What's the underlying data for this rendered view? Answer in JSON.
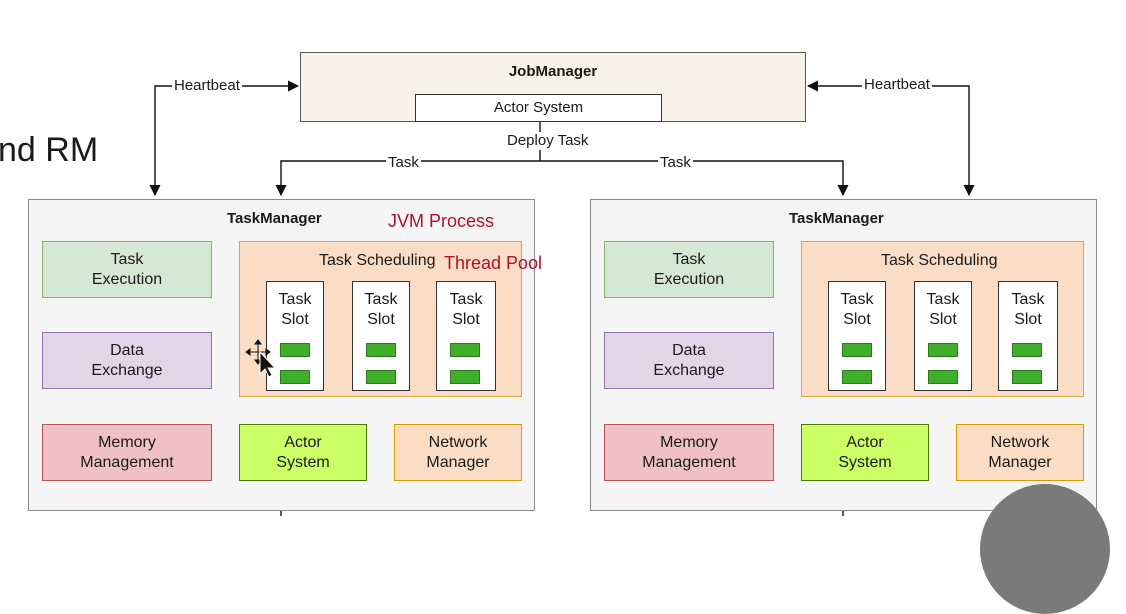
{
  "left_edge_text": "nd RM",
  "job_manager": {
    "title": "JobManager",
    "actor_system": "Actor System"
  },
  "labels": {
    "heartbeat_left": "Heartbeat",
    "heartbeat_right": "Heartbeat",
    "deploy_task": "Deploy Task",
    "task_left": "Task",
    "task_right": "Task"
  },
  "annotations": {
    "jvm_process": "JVM Process",
    "thread_pool": "Thread Pool"
  },
  "task_managers": [
    {
      "title": "TaskManager",
      "task_execution": "Task\nExecution",
      "data_exchange": "Data\nExchange",
      "memory_management": "Memory\nManagement",
      "actor_system": "Actor\nSystem",
      "network_manager": "Network\nManager",
      "task_scheduling": "Task Scheduling",
      "slots": [
        "Task\nSlot",
        "Task\nSlot",
        "Task\nSlot"
      ]
    },
    {
      "title": "TaskManager",
      "task_execution": "Task\nExecution",
      "data_exchange": "Data\nExchange",
      "memory_management": "Memory\nManagement",
      "actor_system": "Actor\nSystem",
      "network_manager": "Network\nManager",
      "task_scheduling": "Task Scheduling",
      "slots": [
        "Task\nSlot",
        "Task\nSlot",
        "Task\nSlot"
      ]
    }
  ],
  "colors": {
    "task_execution": "#d5e8d4",
    "data_exchange": "#e1d5e7",
    "memory_management": "#f0c0c8",
    "actor_system": "#ccff66",
    "network_manager": "#fbdcc4",
    "slot_chip": "#3fae2a",
    "annotation_red": "#b0102a"
  }
}
